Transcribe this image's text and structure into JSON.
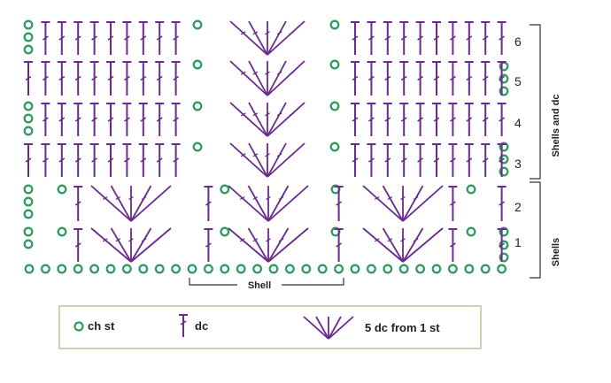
{
  "colors": {
    "chain": "#2e9b5f",
    "stitch": "#6a2a8e",
    "text": "#222222",
    "border": "#cfd2b0"
  },
  "rows": [
    {
      "num": "1",
      "label": "row-1"
    },
    {
      "num": "2",
      "label": "row-2"
    },
    {
      "num": "3",
      "label": "row-3"
    },
    {
      "num": "4",
      "label": "row-4"
    },
    {
      "num": "5",
      "label": "row-5"
    },
    {
      "num": "6",
      "label": "row-6"
    }
  ],
  "brackets": {
    "shells": "Shells",
    "shells_and_dc": "Shells and dc",
    "shell": "Shell"
  },
  "legend": {
    "chain": "ch st",
    "dc": "dc",
    "shell": "5 dc from 1 st"
  }
}
